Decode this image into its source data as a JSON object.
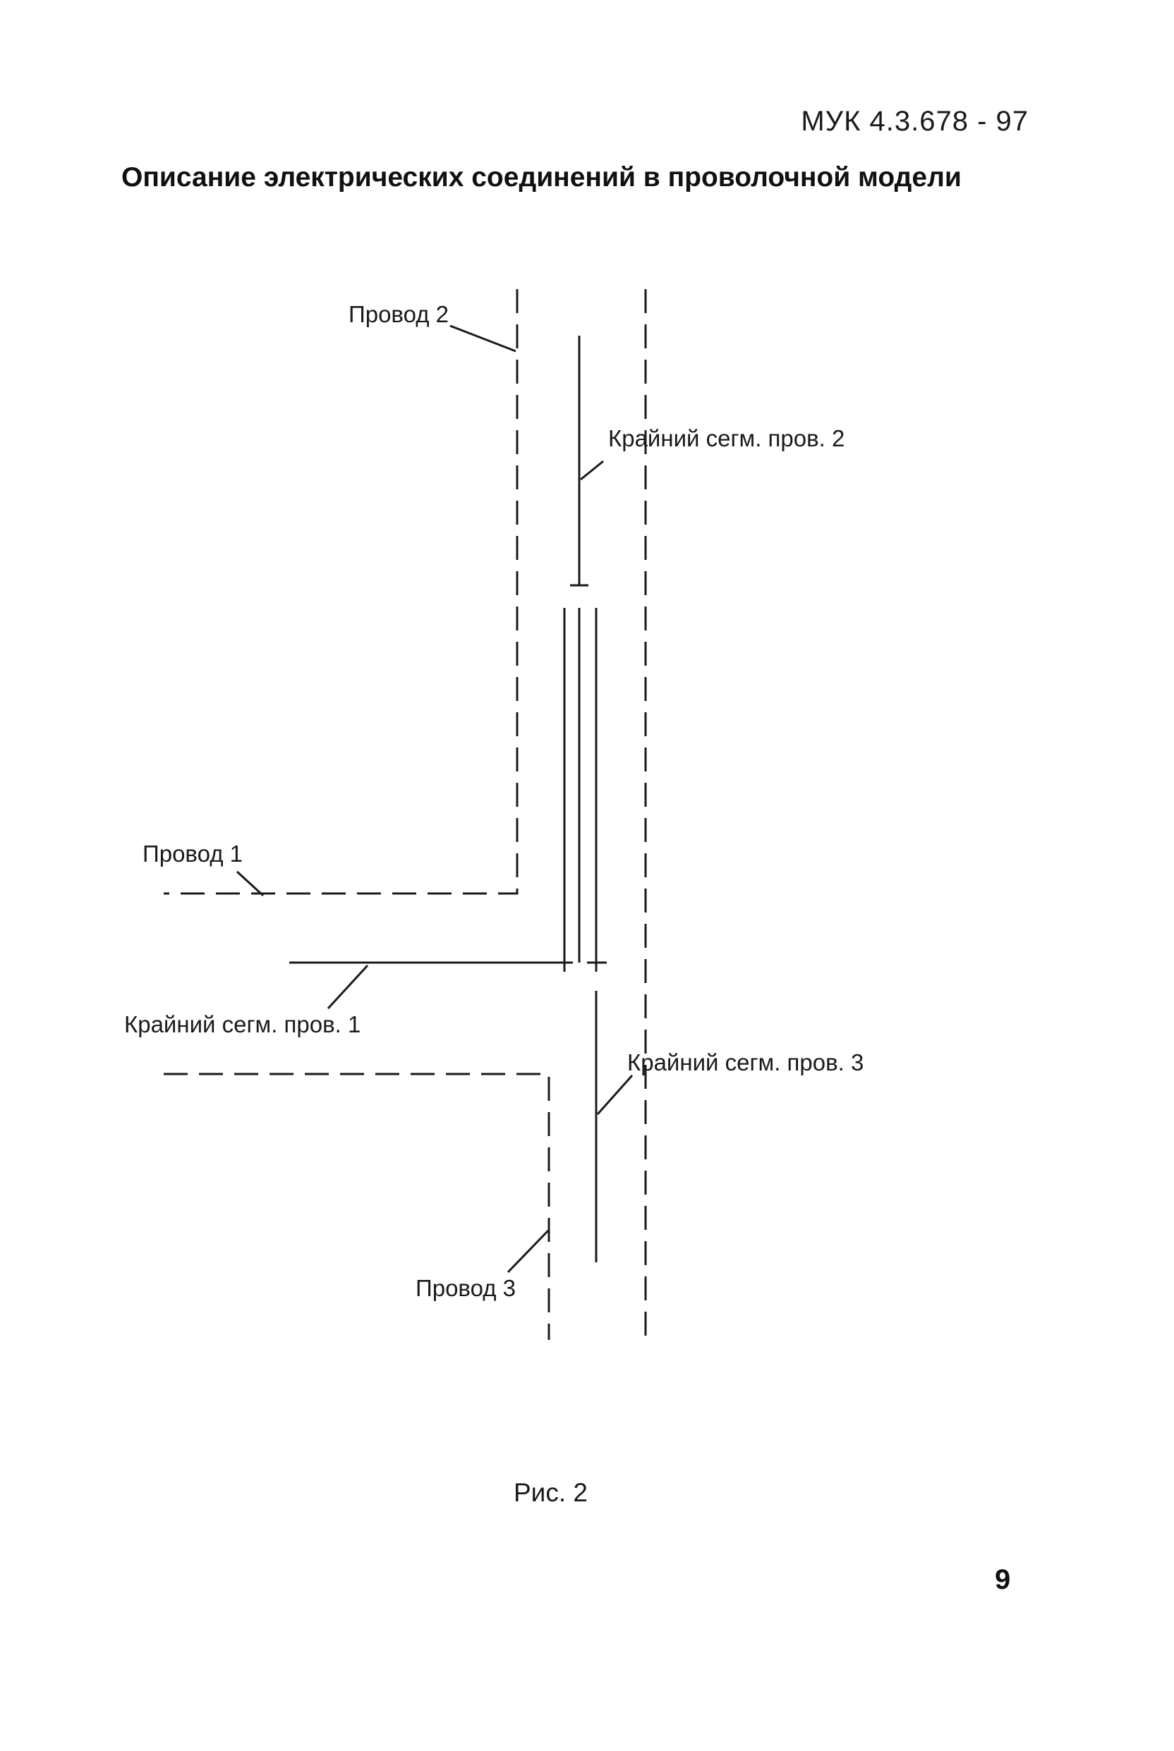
{
  "header": {
    "doc_code": "МУК 4.3.678 - 97"
  },
  "title": "Описание электрических соединений в проволочной модели",
  "figure": {
    "labels": {
      "wire2": "Провод 2",
      "edge_seg2": "Крайний сегм. пров. 2",
      "wire1": "Провод 1",
      "edge_seg1": "Крайний сегм. пров. 1",
      "edge_seg3": "Крайний сегм. пров. 3",
      "wire3": "Провод 3"
    },
    "line_color": "#1a1a1a"
  },
  "caption": "Рис. 2",
  "page_number": "9"
}
